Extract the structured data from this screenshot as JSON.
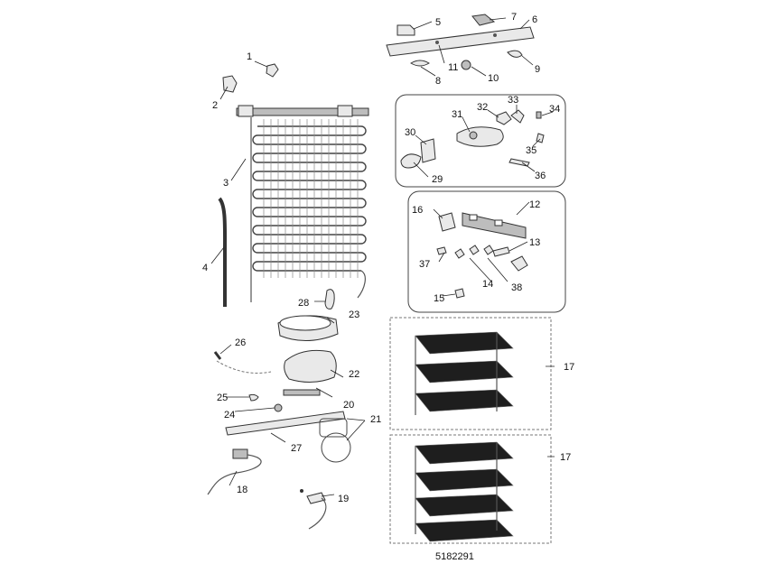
{
  "parts": {
    "p1": "1",
    "p2": "2",
    "p3": "3",
    "p4": "4",
    "p5": "5",
    "p6": "6",
    "p7": "7",
    "p8": "8",
    "p9": "9",
    "p10": "10",
    "p11": "11",
    "p12": "12",
    "p13": "13",
    "p14": "14",
    "p15": "15",
    "p16": "16",
    "p17a": "17",
    "p17b": "17",
    "p18": "18",
    "p19": "19",
    "p20": "20",
    "p21": "21",
    "p22": "22",
    "p23": "23",
    "p24": "24",
    "p25": "25",
    "p26": "26",
    "p27": "27",
    "p28": "28",
    "p29": "29",
    "p30": "30",
    "p31": "31",
    "p32": "32",
    "p33": "33",
    "p34": "34",
    "p35": "35",
    "p36": "36",
    "p37": "37",
    "p38": "38"
  },
  "drawing_code": "5182291"
}
